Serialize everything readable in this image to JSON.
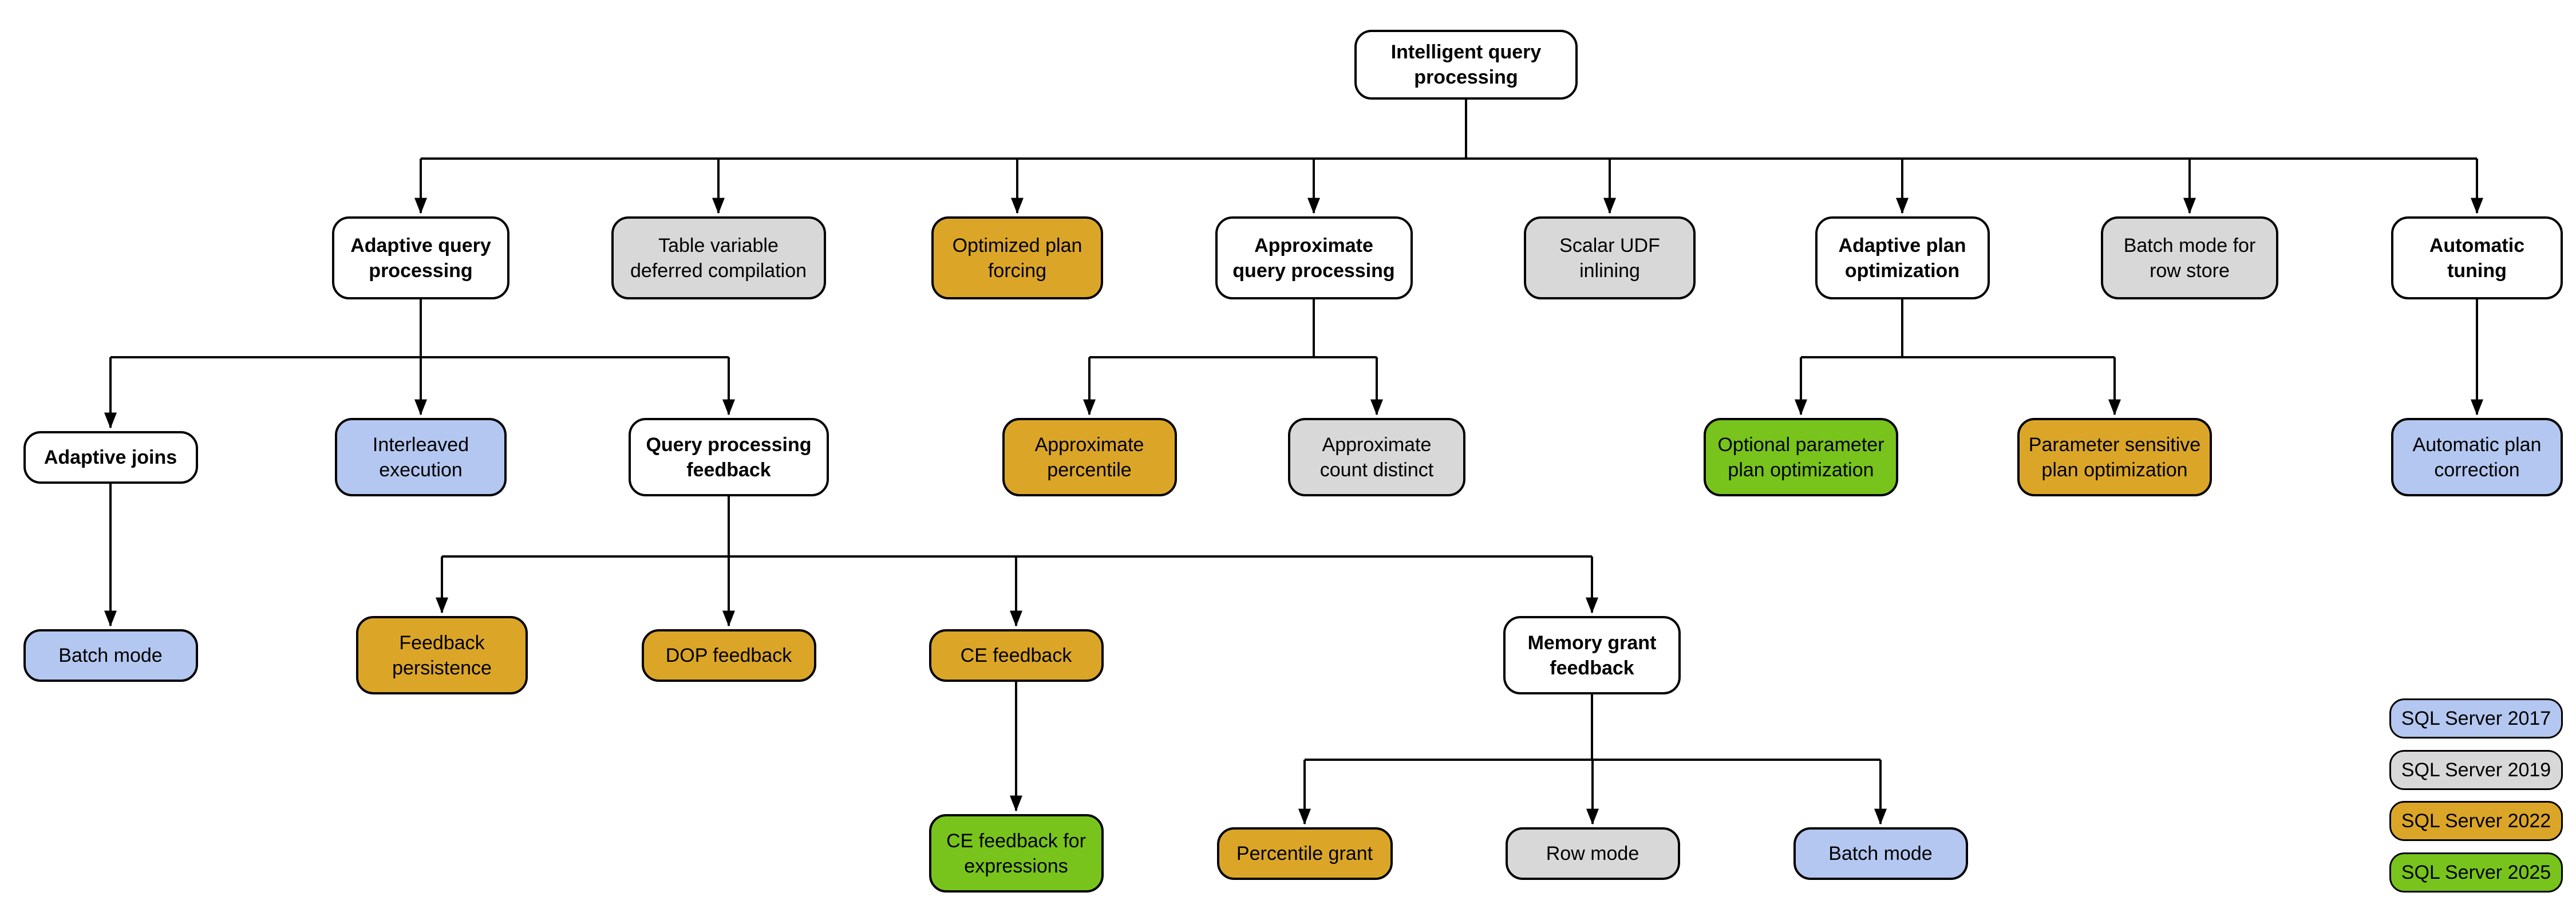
{
  "palette": {
    "white": "#ffffff",
    "gray": "#d8d8d8",
    "blue": "#b4c7f0",
    "gold": "#dba628",
    "green": "#78c41c",
    "line": "#000000"
  },
  "nodes": [
    {
      "id": "intelligent-query-processing",
      "label": "Intelligent query\nprocessing",
      "color": "white",
      "bold": true
    },
    {
      "id": "adaptive-query-processing",
      "label": "Adaptive query\nprocessing",
      "color": "white",
      "bold": true
    },
    {
      "id": "table-variable-deferred-compilation",
      "label": "Table variable\ndeferred compilation",
      "color": "gray",
      "bold": false
    },
    {
      "id": "optimized-plan-forcing",
      "label": "Optimized plan\nforcing",
      "color": "gold",
      "bold": false
    },
    {
      "id": "approximate-query-processing",
      "label": "Approximate\nquery processing",
      "color": "white",
      "bold": true
    },
    {
      "id": "scalar-udf-inlining",
      "label": "Scalar UDF\ninlining",
      "color": "gray",
      "bold": false
    },
    {
      "id": "adaptive-plan-optimization",
      "label": "Adaptive plan\noptimization",
      "color": "white",
      "bold": true
    },
    {
      "id": "batch-mode-for-row-store",
      "label": "Batch mode for\nrow store",
      "color": "gray",
      "bold": false
    },
    {
      "id": "automatic-tuning",
      "label": "Automatic\ntuning",
      "color": "white",
      "bold": true
    },
    {
      "id": "adaptive-joins",
      "label": "Adaptive joins",
      "color": "white",
      "bold": true
    },
    {
      "id": "interleaved-execution",
      "label": "Interleaved\nexecution",
      "color": "blue",
      "bold": false
    },
    {
      "id": "query-processing-feedback",
      "label": "Query processing\nfeedback",
      "color": "white",
      "bold": true
    },
    {
      "id": "approximate-percentile",
      "label": "Approximate\npercentile",
      "color": "gold",
      "bold": false
    },
    {
      "id": "approximate-count-distinct",
      "label": "Approximate\ncount distinct",
      "color": "gray",
      "bold": false
    },
    {
      "id": "optional-parameter-plan-optimization",
      "label": "Optional parameter\nplan optimization",
      "color": "green",
      "bold": false
    },
    {
      "id": "parameter-sensitive-plan-optimization",
      "label": "Parameter sensitive\nplan optimization",
      "color": "gold",
      "bold": false
    },
    {
      "id": "automatic-plan-correction",
      "label": "Automatic plan\ncorrection",
      "color": "blue",
      "bold": false
    },
    {
      "id": "batch-mode-join",
      "label": "Batch mode",
      "color": "blue",
      "bold": false
    },
    {
      "id": "feedback-persistence",
      "label": "Feedback\npersistence",
      "color": "gold",
      "bold": false
    },
    {
      "id": "dop-feedback",
      "label": "DOP feedback",
      "color": "gold",
      "bold": false
    },
    {
      "id": "ce-feedback",
      "label": "CE feedback",
      "color": "gold",
      "bold": false
    },
    {
      "id": "memory-grant-feedback",
      "label": "Memory grant\nfeedback",
      "color": "white",
      "bold": true
    },
    {
      "id": "ce-feedback-for-expressions",
      "label": "CE feedback for\nexpressions",
      "color": "green",
      "bold": false
    },
    {
      "id": "percentile-grant",
      "label": "Percentile grant",
      "color": "gold",
      "bold": false
    },
    {
      "id": "row-mode",
      "label": "Row mode",
      "color": "gray",
      "bold": false
    },
    {
      "id": "batch-mode-grant",
      "label": "Batch mode",
      "color": "blue",
      "bold": false
    }
  ],
  "legend": [
    {
      "id": "sql-server-2017",
      "label": "SQL Server 2017",
      "color": "blue"
    },
    {
      "id": "sql-server-2019",
      "label": "SQL Server 2019",
      "color": "gray"
    },
    {
      "id": "sql-server-2022",
      "label": "SQL Server 2022",
      "color": "gold"
    },
    {
      "id": "sql-server-2025",
      "label": "SQL Server 2025",
      "color": "green"
    }
  ]
}
